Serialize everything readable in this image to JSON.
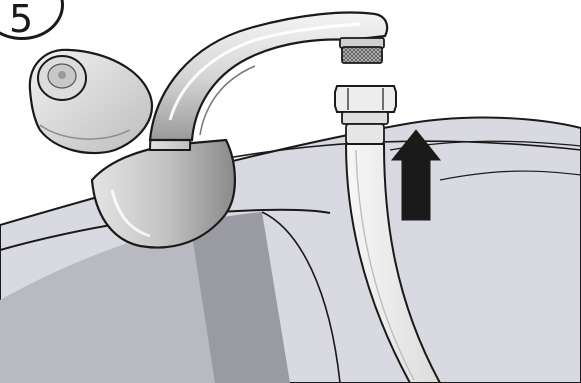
{
  "step": {
    "number": "5"
  },
  "colors": {
    "outline": "#1a1a1a",
    "sink_surface": "#d9d9e1",
    "sink_shadow": "#9a9aa2",
    "faucet_light": "#eeeeee",
    "faucet_mid": "#cfcfcf",
    "faucet_dark": "#8c8c8c",
    "arrow": "#1a1a1a"
  },
  "icons": {
    "faucet": "faucet-illustration",
    "hose": "hose-illustration",
    "arrow": "up-arrow-icon"
  }
}
